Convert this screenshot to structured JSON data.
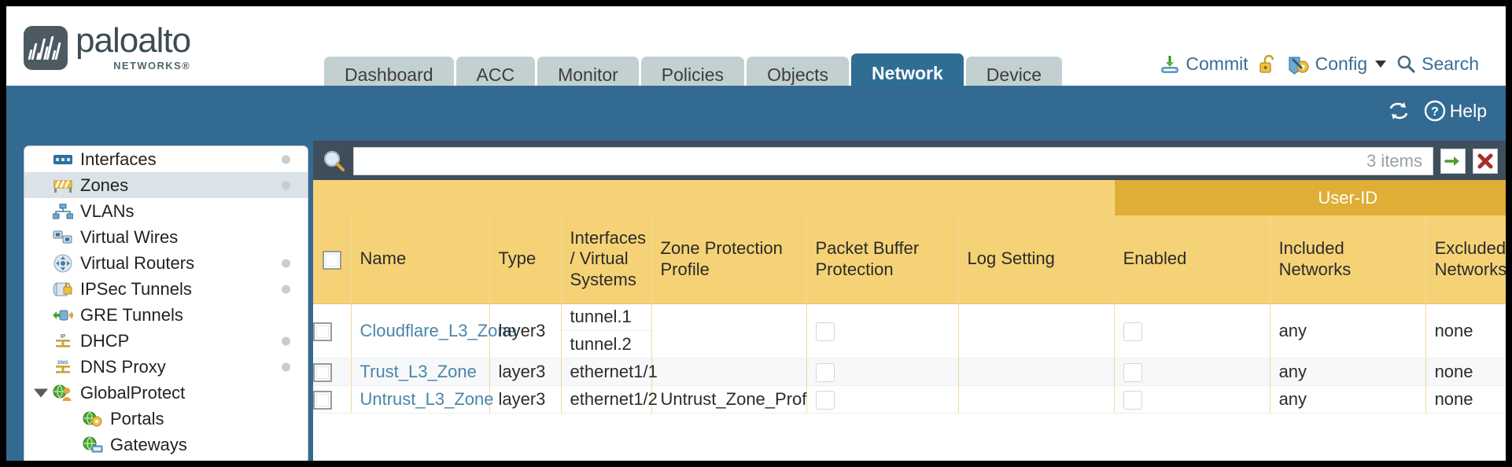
{
  "brand": {
    "name": "paloalto",
    "tagline": "NETWORKS®",
    "logo_icon": "paloalto-logo-icon"
  },
  "nav": {
    "tabs": [
      {
        "label": "Dashboard",
        "active": false
      },
      {
        "label": "ACC",
        "active": false
      },
      {
        "label": "Monitor",
        "active": false
      },
      {
        "label": "Policies",
        "active": false
      },
      {
        "label": "Objects",
        "active": false
      },
      {
        "label": "Network",
        "active": true
      },
      {
        "label": "Device",
        "active": false
      }
    ]
  },
  "topright": {
    "commit": "Commit",
    "commit_icon": "commit-download-icon",
    "lock_icon": "unlock-icon",
    "config": "Config",
    "config_icon": "config-wrench-icon",
    "search": "Search",
    "search_icon": "search-magnifier-icon"
  },
  "bluebar": {
    "refresh_icon": "refresh-icon",
    "help": "Help",
    "help_icon": "help-question-icon"
  },
  "sidebar": {
    "items": [
      {
        "label": "Interfaces",
        "icon": "interfaces-icon",
        "selected": false,
        "dot": true,
        "child": false,
        "twisty": false
      },
      {
        "label": "Zones",
        "icon": "zones-icon",
        "selected": true,
        "dot": true,
        "child": false,
        "twisty": false
      },
      {
        "label": "VLANs",
        "icon": "vlans-icon",
        "selected": false,
        "dot": false,
        "child": false,
        "twisty": false
      },
      {
        "label": "Virtual Wires",
        "icon": "virtual-wires-icon",
        "selected": false,
        "dot": false,
        "child": false,
        "twisty": false
      },
      {
        "label": "Virtual Routers",
        "icon": "virtual-routers-icon",
        "selected": false,
        "dot": true,
        "child": false,
        "twisty": false
      },
      {
        "label": "IPSec Tunnels",
        "icon": "ipsec-tunnels-icon",
        "selected": false,
        "dot": true,
        "child": false,
        "twisty": false
      },
      {
        "label": "GRE Tunnels",
        "icon": "gre-tunnels-icon",
        "selected": false,
        "dot": false,
        "child": false,
        "twisty": false
      },
      {
        "label": "DHCP",
        "icon": "dhcp-icon",
        "selected": false,
        "dot": true,
        "child": false,
        "twisty": false
      },
      {
        "label": "DNS Proxy",
        "icon": "dns-proxy-icon",
        "selected": false,
        "dot": true,
        "child": false,
        "twisty": false
      },
      {
        "label": "GlobalProtect",
        "icon": "globalprotect-icon",
        "selected": false,
        "dot": false,
        "child": false,
        "twisty": true
      },
      {
        "label": "Portals",
        "icon": "portals-icon",
        "selected": false,
        "dot": false,
        "child": true,
        "twisty": false
      },
      {
        "label": "Gateways",
        "icon": "gateways-icon",
        "selected": false,
        "dot": false,
        "child": true,
        "twisty": false
      }
    ]
  },
  "search": {
    "value": "",
    "placeholder": "",
    "items_count": "3 items",
    "icon": "search-magnifier-icon",
    "apply_icon": "apply-arrow-icon",
    "clear_icon": "clear-x-icon"
  },
  "table": {
    "group_header": {
      "userid": "User-ID"
    },
    "columns": [
      "Name",
      "Type",
      "Interfaces / Virtual Systems",
      "Zone Protection Profile",
      "Packet Buffer Protection",
      "Log Setting",
      "Enabled",
      "Included Networks",
      "Excluded Networks"
    ],
    "rows": [
      {
        "checked": false,
        "name": "Cloudflare_L3_Zone",
        "type": "layer3",
        "interfaces": [
          "tunnel.1",
          "tunnel.2"
        ],
        "zone_protection_profile": "",
        "packet_buffer_protection": false,
        "log_setting": "",
        "userid_enabled": false,
        "included_networks": "any",
        "excluded_networks": "none"
      },
      {
        "checked": false,
        "name": "Trust_L3_Zone",
        "type": "layer3",
        "interfaces": [
          "ethernet1/1"
        ],
        "zone_protection_profile": "",
        "packet_buffer_protection": false,
        "log_setting": "",
        "userid_enabled": false,
        "included_networks": "any",
        "excluded_networks": "none"
      },
      {
        "checked": false,
        "name": "Untrust_L3_Zone",
        "type": "layer3",
        "interfaces": [
          "ethernet1/2"
        ],
        "zone_protection_profile": "Untrust_Zone_Prof",
        "packet_buffer_protection": false,
        "log_setting": "",
        "userid_enabled": false,
        "included_networks": "any",
        "excluded_networks": "none"
      }
    ]
  },
  "colors": {
    "header_blue": "#336a92",
    "tab_active": "#2e6d94",
    "tab_inactive": "#c3d0d2",
    "table_header": "#f5d276",
    "table_group_header": "#dfae34",
    "link": "#4a86a8",
    "panel_dark": "#3e4f5b"
  }
}
